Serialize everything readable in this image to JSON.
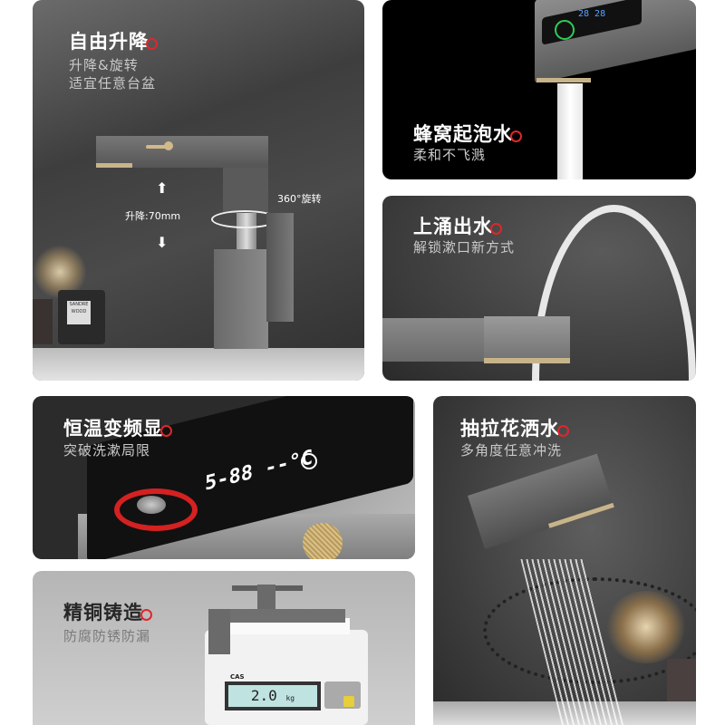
{
  "cards": [
    {
      "id": "lift",
      "title": "自由升降",
      "subtitle_lines": [
        "升降&旋转",
        "适宜任意台盆"
      ],
      "annotations": {
        "lift_range": "升降:70mm",
        "rotation": "360°旋转"
      },
      "bottle_label": "SANDRE WOOD"
    },
    {
      "id": "foam",
      "title": "蜂窝起泡水",
      "subtitle_lines": [
        "柔和不飞溅"
      ],
      "display_digits": "28 28"
    },
    {
      "id": "upflow",
      "title": "上涌出水",
      "subtitle_lines": [
        "解锁漱口新方式"
      ]
    },
    {
      "id": "thermo",
      "title": "恒温变频显",
      "subtitle_lines": [
        "突破洗漱局限"
      ],
      "display_digits": "5-88 --°C"
    },
    {
      "id": "pullout",
      "title": "抽拉花洒水",
      "subtitle_lines": [
        "多角度任意冲洗"
      ]
    },
    {
      "id": "brass",
      "title": "精铜铸造",
      "subtitle_lines": [
        "防腐防锈防漏"
      ],
      "scale": {
        "brand": "CAS",
        "reading": "2.0",
        "unit": "kg"
      }
    }
  ],
  "colors": {
    "accent_ring": "#e0262b",
    "gold_trim": "#c8b48a",
    "led_green": "#2ecc55",
    "led_blue": "#5aa2ff",
    "thermo_ring": "#d42121"
  }
}
